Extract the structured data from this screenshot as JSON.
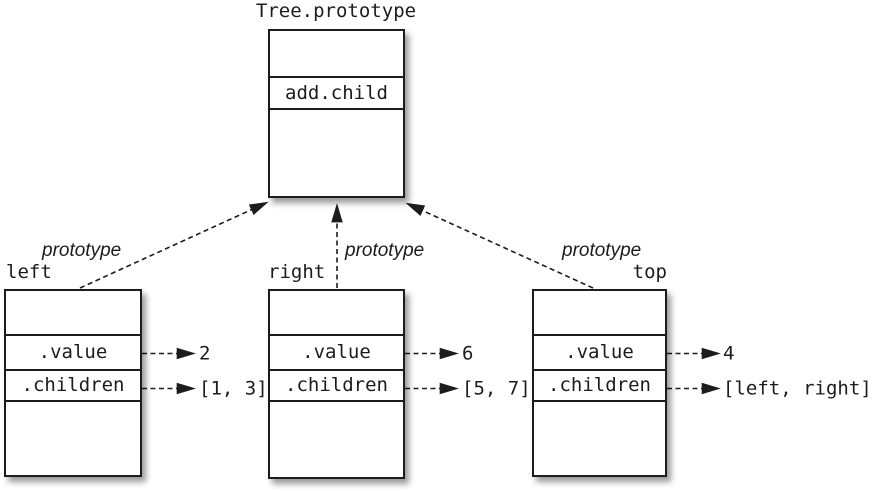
{
  "colors": {
    "ink": "#1c1c1c",
    "background": "#ffffff",
    "shadow": "rgba(0,0,0,0.40)"
  },
  "prototype_box": {
    "title": "Tree.prototype",
    "method": "add.child"
  },
  "objects": [
    {
      "name": "left",
      "prototype_label": "prototype",
      "rows": [
        {
          "key": ".value",
          "value": "2"
        },
        {
          "key": ".children",
          "value": "[1, 3]"
        }
      ]
    },
    {
      "name": "right",
      "prototype_label": "prototype",
      "rows": [
        {
          "key": ".value",
          "value": "6"
        },
        {
          "key": ".children",
          "value": "[5, 7]"
        }
      ]
    },
    {
      "name": "top",
      "prototype_label": "prototype",
      "rows": [
        {
          "key": ".value",
          "value": "4"
        },
        {
          "key": ".children",
          "value": "[left, right]"
        }
      ]
    }
  ]
}
